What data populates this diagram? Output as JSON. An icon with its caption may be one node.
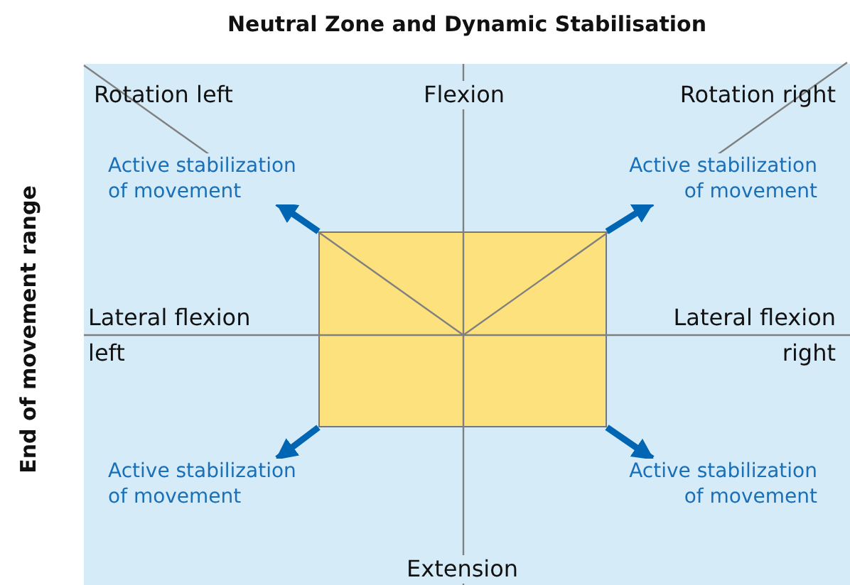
{
  "diagram": {
    "title": "Neutral Zone and Dynamic Stabilisation",
    "nodes": [
      {
        "text": [],
        "shape": "box"
      },
      {
        "text": [
          "Active stabilization of movement"
        ]
      },
      {
        "text": [
          "Active stabilization of movement"
        ]
      },
      {
        "text": [
          "Active stabilization of movement"
        ]
      },
      {
        "text": [
          "Active stabilization of movement"
        ]
      }
    ],
    "edges": [
      {
        "from": 0,
        "to": 1,
        "arrow": "to"
      },
      {
        "from": 0,
        "to": 2,
        "arrow": "to"
      },
      {
        "from": 0,
        "to": 3,
        "arrow": "to"
      },
      {
        "from": 0,
        "to": 4,
        "arrow": "to"
      }
    ],
    "labels": [
      "Rotation left",
      "Flexion",
      "Rotation right",
      "Lateral flexion left",
      "Lateral flexion right",
      "Extension",
      "End of movement range"
    ]
  }
}
